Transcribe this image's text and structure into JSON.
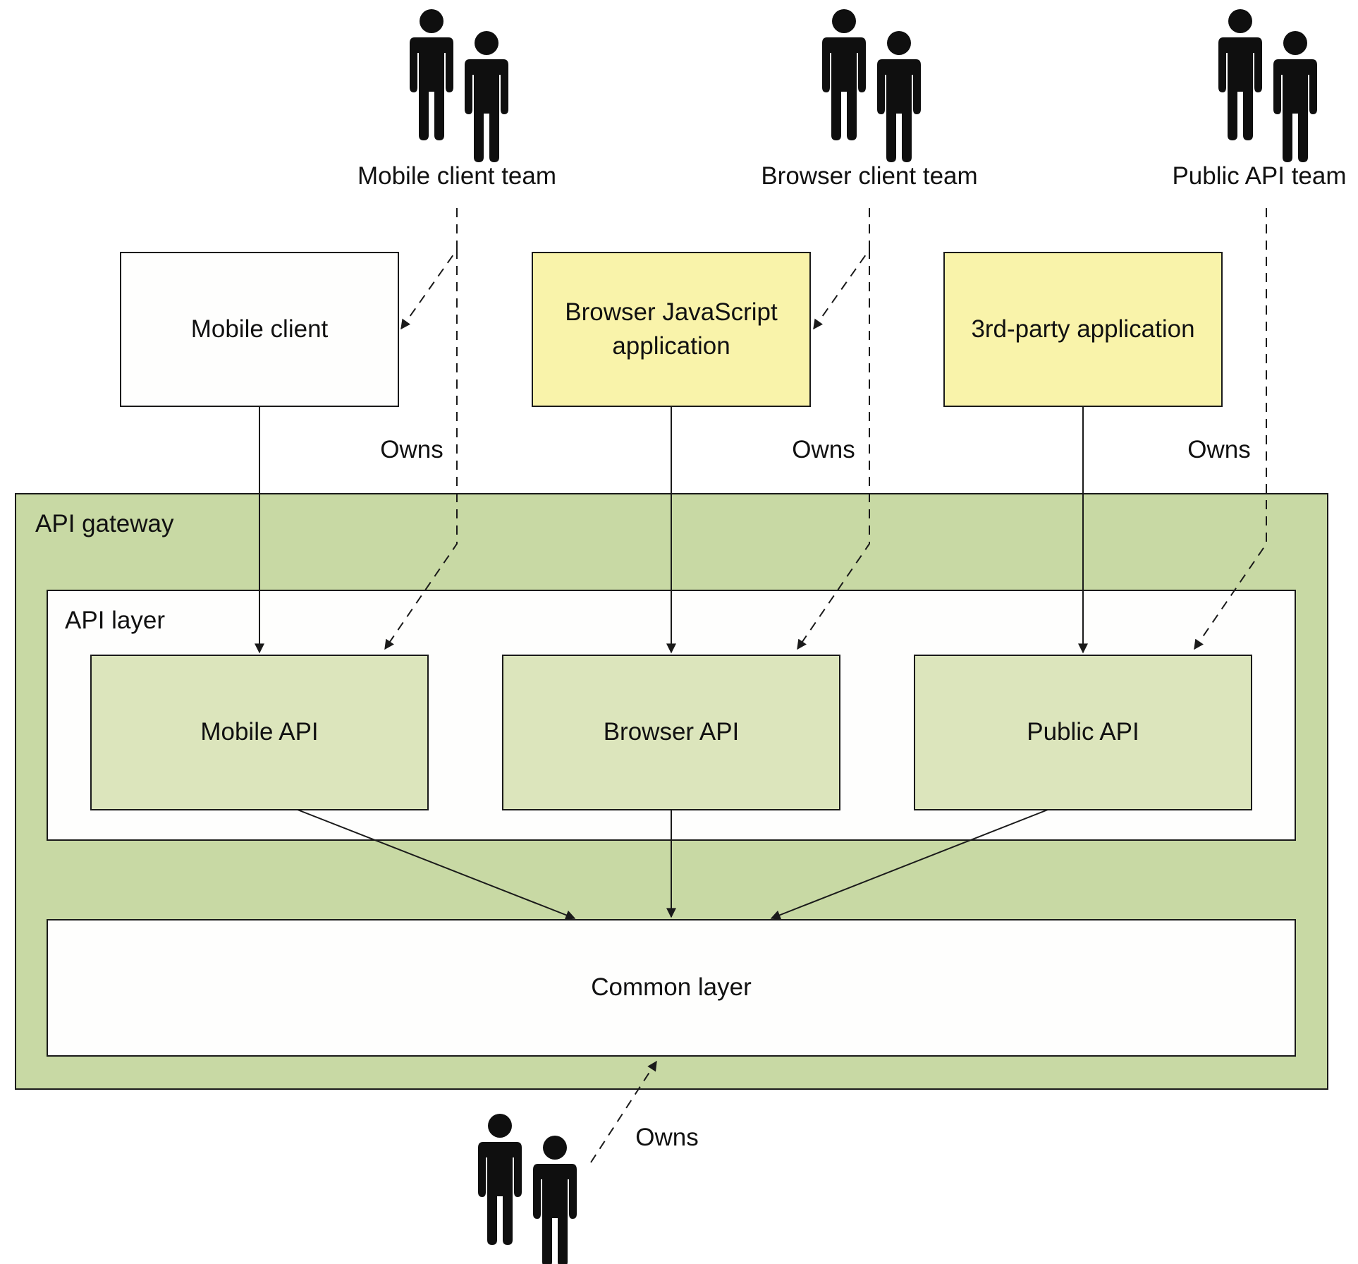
{
  "colors": {
    "gateway_fill": "#c8d9a4",
    "api_box_fill": "#dce5bc",
    "app_fill": "#f9f3aa",
    "white_fill": "#fefefd",
    "line": "#1a1a1a",
    "person": "#0f0f0f"
  },
  "teams": {
    "mobile": "Mobile client team",
    "browser": "Browser client team",
    "public": "Public API team"
  },
  "clients": {
    "mobile": "Mobile client",
    "browser_line1": "Browser JavaScript",
    "browser_line2": "application",
    "third_party": "3rd-party application"
  },
  "gateway": {
    "title": "API gateway",
    "api_layer_title": "API layer",
    "mobile_api": "Mobile API",
    "browser_api": "Browser API",
    "public_api": "Public API",
    "common_layer": "Common layer"
  },
  "edge_labels": {
    "owns": "Owns"
  },
  "icons": {
    "team": "people-icon"
  }
}
